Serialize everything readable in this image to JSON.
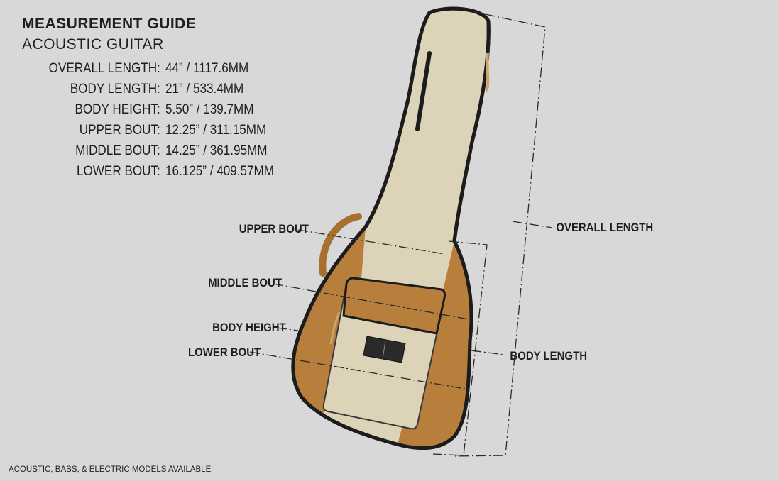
{
  "header": {
    "title": "MEASUREMENT GUIDE",
    "subtitle": "ACOUSTIC GUITAR"
  },
  "specs": [
    {
      "label": "OVERALL LENGTH:",
      "value": "44” / 1117.6MM"
    },
    {
      "label": "BODY LENGTH:",
      "value": "21” / 533.4MM"
    },
    {
      "label": "BODY HEIGHT:",
      "value": "5.50” / 139.7MM"
    },
    {
      "label": "UPPER BOUT:",
      "value": "12.25” / 311.15MM"
    },
    {
      "label": "MIDDLE BOUT:",
      "value": "14.25” / 361.95MM"
    },
    {
      "label": "LOWER BOUT:",
      "value": "16.125” / 409.57MM"
    }
  ],
  "callouts": {
    "upper_bout": "UPPER BOUT",
    "middle_bout": "MIDDLE BOUT",
    "body_height": "BODY HEIGHT",
    "lower_bout": "LOWER BOUT",
    "overall_length": "OVERALL LENGTH",
    "body_length": "BODY LENGTH"
  },
  "footer": "ACOUSTIC, BASS, & ELECTRIC MODELS AVAILABLE",
  "colors": {
    "background": "#d8d8d8",
    "canvas": "#ddd3b8",
    "tan": "#b87f3c",
    "edge": "#1c1c1c"
  }
}
